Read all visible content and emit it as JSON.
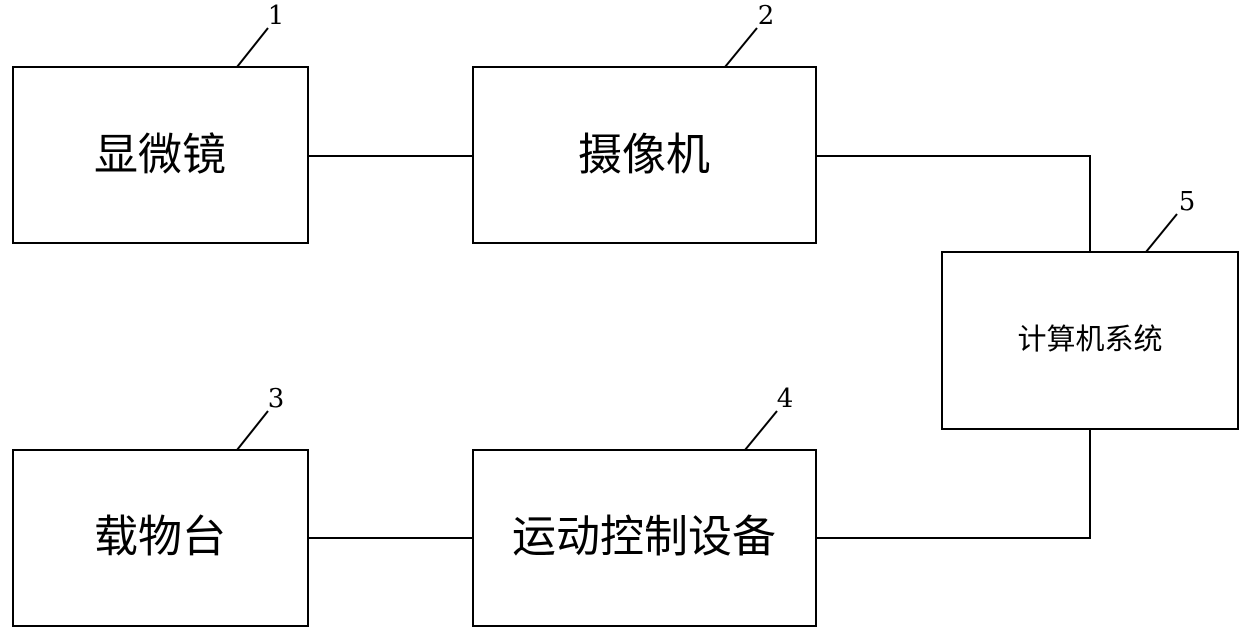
{
  "blocks": [
    {
      "id": "1",
      "label": "显微镜"
    },
    {
      "id": "2",
      "label": "摄像机"
    },
    {
      "id": "3",
      "label": "载物台"
    },
    {
      "id": "4",
      "label": "运动控制设备"
    },
    {
      "id": "5",
      "label": "计算机系统"
    }
  ]
}
